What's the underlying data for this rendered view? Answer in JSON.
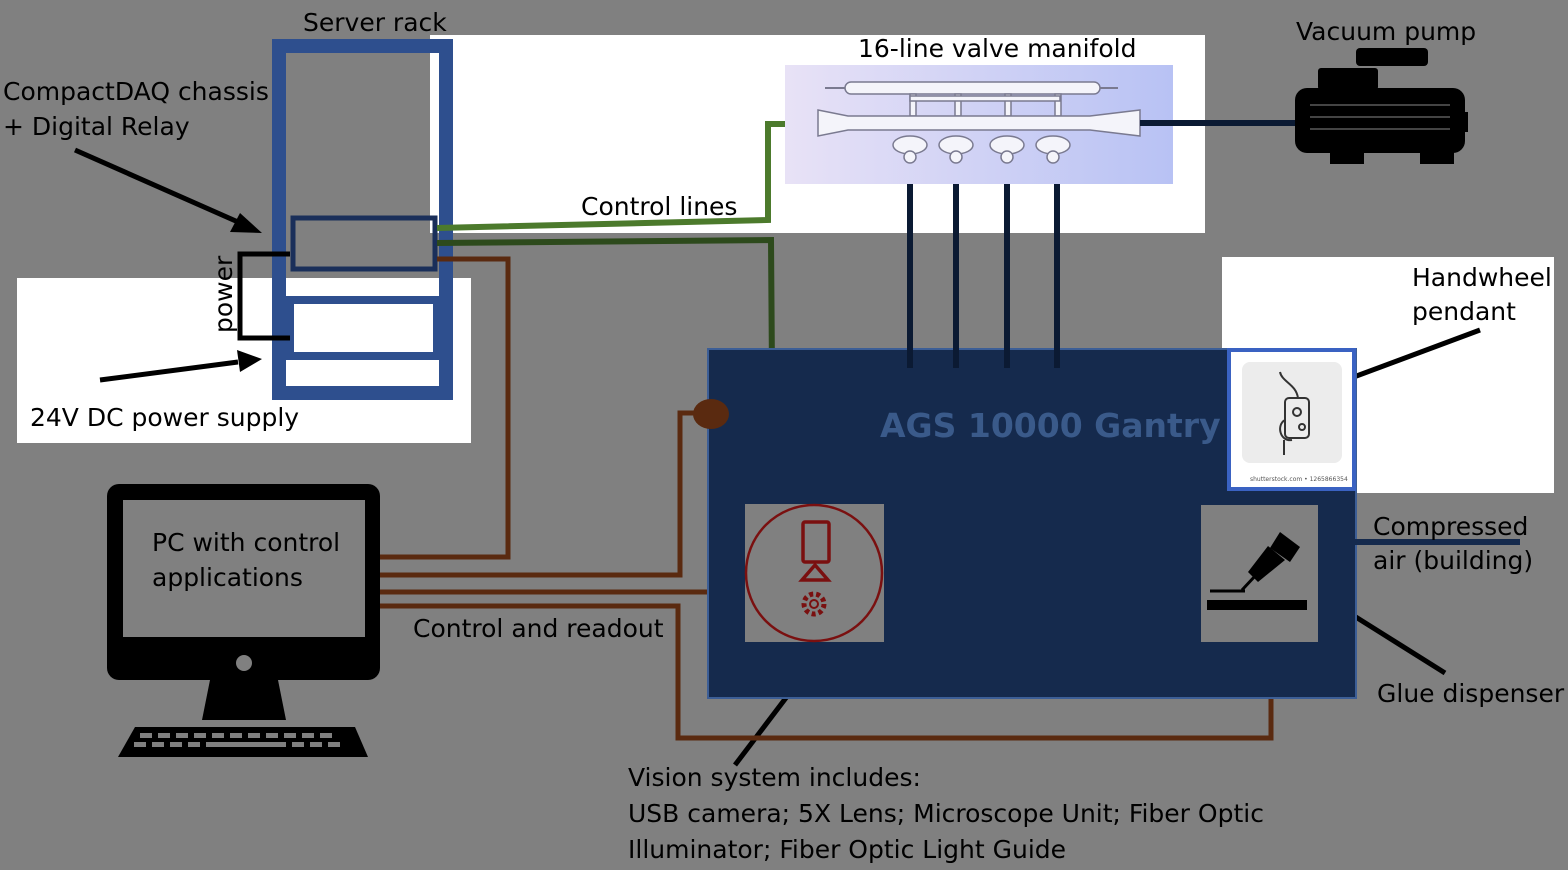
{
  "labels": {
    "server_rack": "Server rack",
    "valve_manifold": "16-line valve manifold",
    "vacuum_pump": "Vacuum pump",
    "compactdaq_line1": "CompactDAQ chassis",
    "compactdaq_line2": "+ Digital Relay",
    "power": "power",
    "power_supply": "24V DC power supply",
    "control_lines": "Control lines",
    "handwheel_line1": "Handwheel",
    "handwheel_line2": "pendant",
    "gantry": "AGS 10000 Gantry",
    "compressed_air_line1": "Compressed",
    "compressed_air_line2": "air (building)",
    "pc_line1": "PC with control",
    "pc_line2": "applications",
    "control_readout": "Control and readout",
    "glue_dispenser": "Glue dispenser",
    "vision_line1": "Vision system includes:",
    "vision_line2": "USB camera; 5X Lens; Microscope Unit; Fiber Optic",
    "vision_line3": "Illuminator; Fiber Optic Light Guide",
    "stock_caption": "shutterstock.com • 1265866354"
  },
  "colors": {
    "background": "#808080",
    "rack_blue": "#2e4f8e",
    "gantry_fill": "#152a4d",
    "gantry_border": "#3c5e96",
    "control_green": "#4c7a2c",
    "dark_green": "#2d4a1c",
    "readout_brown": "#5a2a10",
    "vision_red": "#7a1010"
  },
  "icons": {
    "pc": "desktop-computer-icon",
    "pump": "vacuum-pump-icon",
    "manifold": "valve-manifold-icon",
    "handwheel": "handwheel-pendant-icon",
    "vision": "camera-gear-icon",
    "glue": "glue-dispenser-icon"
  }
}
